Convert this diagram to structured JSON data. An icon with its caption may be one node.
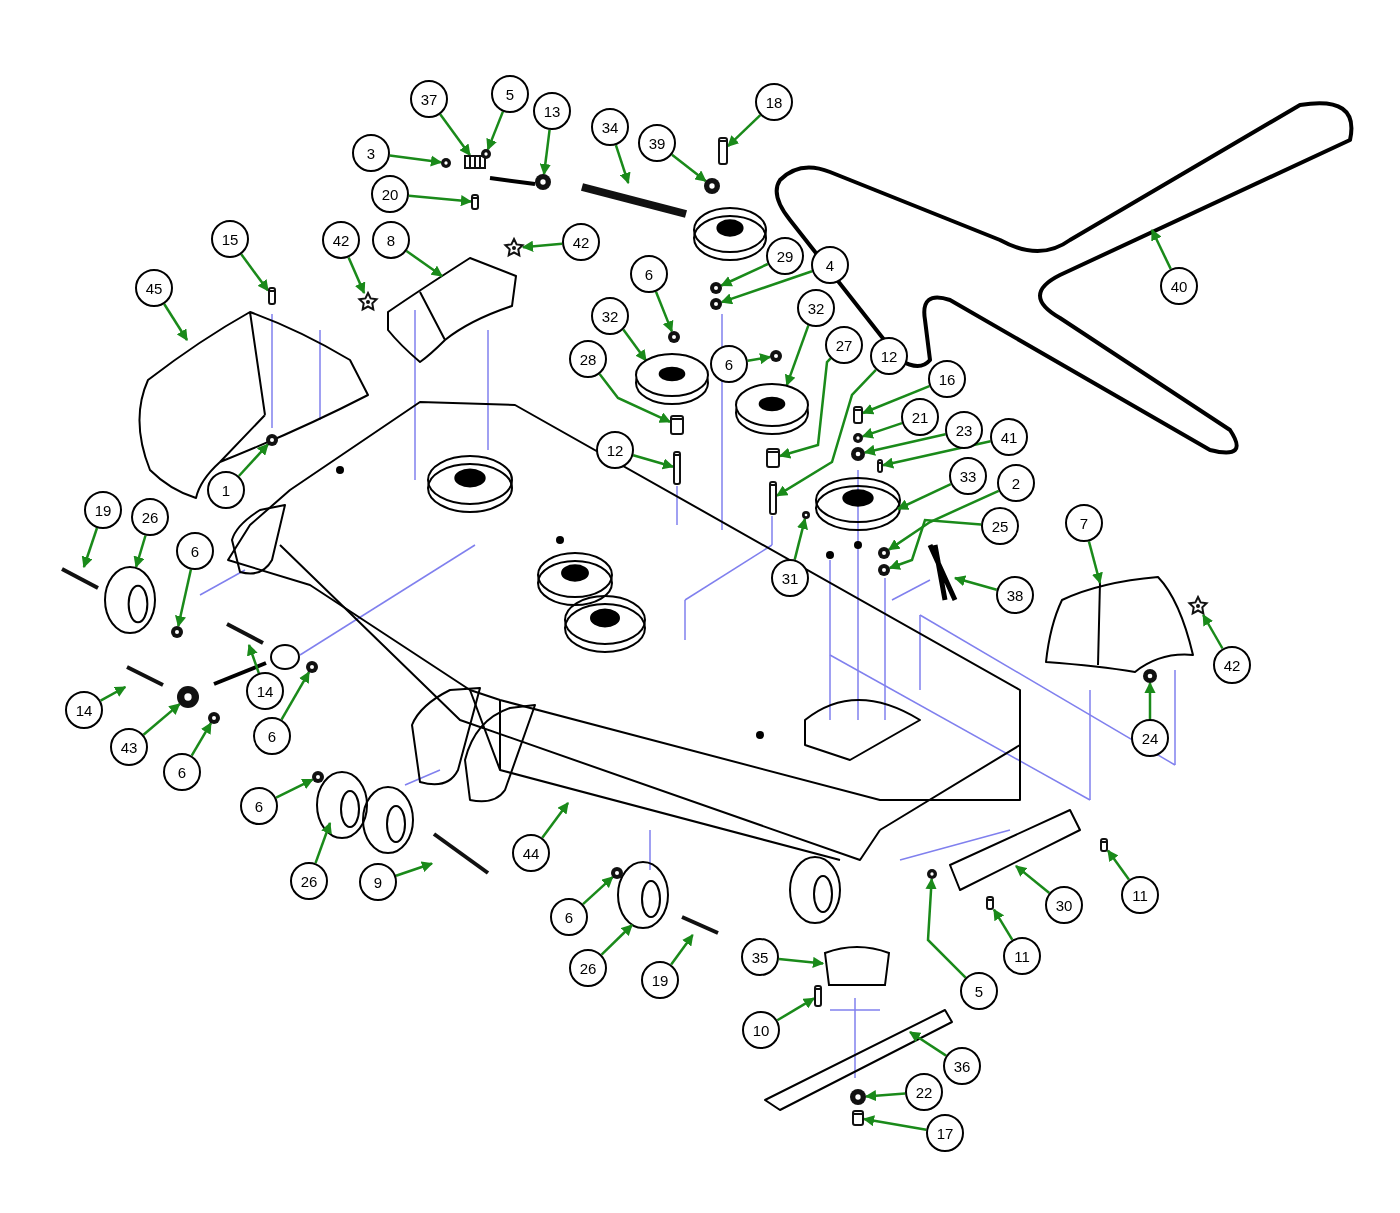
{
  "diagram": {
    "nodes": [
      {
        "text": [
          "18"
        ]
      },
      {
        "text": [
          "37"
        ]
      },
      {
        "text": [
          "5"
        ]
      },
      {
        "text": [
          "13"
        ]
      },
      {
        "text": [
          "34"
        ]
      },
      {
        "text": [
          "39"
        ]
      },
      {
        "text": [
          "3"
        ]
      },
      {
        "text": [
          "20"
        ]
      },
      {
        "text": [
          "8"
        ]
      },
      {
        "text": [
          "42"
        ]
      },
      {
        "text": [
          "42"
        ]
      },
      {
        "text": [
          "15"
        ]
      },
      {
        "text": [
          "29"
        ]
      },
      {
        "text": [
          "4"
        ]
      },
      {
        "text": [
          "40"
        ]
      },
      {
        "text": [
          "45"
        ]
      },
      {
        "text": [
          "6"
        ]
      },
      {
        "text": [
          "6"
        ]
      },
      {
        "text": [
          "32"
        ]
      },
      {
        "text": [
          "32"
        ]
      },
      {
        "text": [
          "27"
        ]
      },
      {
        "text": [
          "28"
        ]
      },
      {
        "text": [
          "12"
        ]
      },
      {
        "text": [
          "16"
        ]
      },
      {
        "text": [
          "21"
        ]
      },
      {
        "text": [
          "23"
        ]
      },
      {
        "text": [
          "41"
        ]
      },
      {
        "text": [
          "12"
        ]
      },
      {
        "text": [
          "1"
        ]
      },
      {
        "text": [
          "33"
        ]
      },
      {
        "text": [
          "2"
        ]
      },
      {
        "text": [
          "25"
        ]
      },
      {
        "text": [
          "19"
        ]
      },
      {
        "text": [
          "26"
        ]
      },
      {
        "text": [
          "7"
        ]
      },
      {
        "text": [
          "31"
        ]
      },
      {
        "text": [
          "6"
        ]
      },
      {
        "text": [
          "38"
        ]
      },
      {
        "text": [
          "14"
        ]
      },
      {
        "text": [
          "42"
        ]
      },
      {
        "text": [
          "14"
        ]
      },
      {
        "text": [
          "6"
        ]
      },
      {
        "text": [
          "24"
        ]
      },
      {
        "text": [
          "43"
        ]
      },
      {
        "text": [
          "6"
        ]
      },
      {
        "text": [
          "6"
        ]
      },
      {
        "text": [
          "44"
        ]
      },
      {
        "text": [
          "26"
        ]
      },
      {
        "text": [
          "9"
        ]
      },
      {
        "text": [
          "11"
        ]
      },
      {
        "text": [
          "30"
        ]
      },
      {
        "text": [
          "6"
        ]
      },
      {
        "text": [
          "11"
        ]
      },
      {
        "text": [
          "35"
        ]
      },
      {
        "text": [
          "26"
        ]
      },
      {
        "text": [
          "19"
        ]
      },
      {
        "text": [
          "5"
        ]
      },
      {
        "text": [
          "10"
        ]
      },
      {
        "text": [
          "36"
        ]
      },
      {
        "text": [
          "22"
        ]
      },
      {
        "text": [
          "17"
        ]
      },
      {
        "text": [],
        "shape": "bar"
      },
      {
        "text": [],
        "shape": "box"
      },
      {
        "text": [],
        "shape": "circle"
      },
      {
        "text": [],
        "shape": "circle"
      },
      {
        "text": [],
        "shape": "circle"
      },
      {
        "text": [],
        "shape": "bar"
      },
      {
        "text": [],
        "shape": "picture"
      },
      {
        "text": [],
        "shape": "picture"
      },
      {
        "text": [],
        "shape": "bar"
      },
      {
        "text": [],
        "shape": "circle"
      },
      {
        "text": [],
        "shape": "circle"
      },
      {
        "text": [],
        "shape": "circle"
      },
      {
        "text": [],
        "shape": "circle"
      },
      {
        "text": [],
        "shape": "bar"
      },
      {
        "text": [],
        "shape": "bar"
      },
      {
        "text": [],
        "shape": "bar"
      },
      {
        "text": [],
        "shape": "bar"
      },
      {
        "text": [],
        "shape": "circle"
      },
      {
        "text": [],
        "shape": "circle"
      },
      {
        "text": [],
        "shape": "bar"
      },
      {
        "text": [],
        "shape": "bar"
      },
      {
        "text": [],
        "shape": "circle"
      },
      {
        "text": [],
        "shape": "circle"
      },
      {
        "text": [],
        "shape": "circle"
      },
      {
        "text": [],
        "shape": "bar"
      },
      {
        "text": [],
        "shape": "circle"
      },
      {
        "text": [],
        "shape": "circle"
      },
      {
        "text": [],
        "shape": "bar"
      },
      {
        "text": [],
        "shape": "picture"
      },
      {
        "text": [],
        "shape": "bar"
      },
      {
        "text": [],
        "shape": "circle"
      },
      {
        "text": [],
        "shape": "circle"
      },
      {
        "text": [],
        "shape": "circle"
      },
      {
        "text": [],
        "shape": "circle"
      },
      {
        "text": [],
        "shape": "circle"
      },
      {
        "text": [],
        "shape": "bar"
      },
      {
        "text": [],
        "shape": "bar"
      },
      {
        "text": [],
        "shape": "circle"
      },
      {
        "text": [],
        "shape": "bar"
      },
      {
        "text": [],
        "shape": "bar"
      },
      {
        "text": [],
        "shape": "circle"
      },
      {
        "text": [],
        "shape": "bar"
      },
      {
        "text": [],
        "shape": "circle"
      },
      {
        "text": [],
        "shape": "bar"
      },
      {
        "text": [],
        "shape": "bar"
      },
      {
        "text": [],
        "shape": "circle"
      },
      {
        "text": [],
        "shape": "pulley"
      },
      {
        "text": [],
        "shape": "pulley"
      },
      {
        "text": [],
        "shape": "wheel"
      },
      {
        "text": [],
        "shape": "cylinder"
      }
    ],
    "edges": [
      {
        "from": 0,
        "to": 61,
        "arrow": "to"
      },
      {
        "from": 1,
        "to": 62,
        "arrow": "to"
      },
      {
        "from": 2,
        "to": 63,
        "arrow": "to"
      },
      {
        "from": 3,
        "to": 64,
        "arrow": "to"
      },
      {
        "from": 4,
        "to": 105,
        "arrow": "to"
      },
      {
        "from": 5,
        "to": 106,
        "arrow": "to"
      },
      {
        "from": 6,
        "to": 65,
        "arrow": "to"
      },
      {
        "from": 7,
        "to": 66,
        "arrow": "to"
      },
      {
        "from": 8,
        "to": null,
        "arrow": "to"
      },
      {
        "from": 9,
        "to": 67,
        "arrow": "to"
      },
      {
        "from": 10,
        "to": 68,
        "arrow": "to"
      },
      {
        "from": 11,
        "to": 69,
        "arrow": "to"
      },
      {
        "from": 12,
        "to": 70,
        "arrow": "to"
      },
      {
        "from": 13,
        "to": 71,
        "arrow": "to"
      },
      {
        "from": 14,
        "to": null,
        "arrow": "to"
      },
      {
        "from": 15,
        "to": null,
        "arrow": "to"
      },
      {
        "from": 16,
        "to": 72,
        "arrow": "to"
      },
      {
        "from": 17,
        "to": 73,
        "arrow": "to"
      },
      {
        "from": 18,
        "to": 107,
        "arrow": "to"
      },
      {
        "from": 19,
        "to": 108,
        "arrow": "to"
      },
      {
        "from": 20,
        "to": 74,
        "arrow": "to"
      },
      {
        "from": 21,
        "to": 75,
        "arrow": "to"
      },
      {
        "from": 22,
        "to": 76,
        "arrow": "to"
      },
      {
        "from": 23,
        "to": 77,
        "arrow": "to"
      },
      {
        "from": 24,
        "to": 78,
        "arrow": "to"
      },
      {
        "from": 25,
        "to": 79,
        "arrow": "to"
      },
      {
        "from": 26,
        "to": 80,
        "arrow": "to"
      },
      {
        "from": 27,
        "to": 81,
        "arrow": "to"
      },
      {
        "from": 28,
        "to": 82,
        "arrow": "to"
      },
      {
        "from": 29,
        "to": null,
        "arrow": "to"
      },
      {
        "from": 30,
        "to": 83,
        "arrow": "to"
      },
      {
        "from": 31,
        "to": 84,
        "arrow": "to"
      },
      {
        "from": 32,
        "to": 85,
        "arrow": "to"
      },
      {
        "from": 33,
        "to": 109,
        "arrow": "to"
      },
      {
        "from": 34,
        "to": null,
        "arrow": "to"
      },
      {
        "from": 35,
        "to": 86,
        "arrow": "to"
      },
      {
        "from": 36,
        "to": 87,
        "arrow": "to"
      },
      {
        "from": 37,
        "to": null,
        "arrow": "to"
      },
      {
        "from": 38,
        "to": 88,
        "arrow": "to"
      },
      {
        "from": 39,
        "to": 89,
        "arrow": "to"
      },
      {
        "from": 40,
        "to": 90,
        "arrow": "to"
      },
      {
        "from": 41,
        "to": 91,
        "arrow": "to"
      },
      {
        "from": 42,
        "to": 92,
        "arrow": "to"
      },
      {
        "from": 43,
        "to": 93,
        "arrow": "to"
      },
      {
        "from": 44,
        "to": 94,
        "arrow": "to"
      },
      {
        "from": 45,
        "to": 95,
        "arrow": "to"
      },
      {
        "from": 46,
        "to": null,
        "arrow": "to"
      },
      {
        "from": 47,
        "to": null,
        "arrow": "to"
      },
      {
        "from": 48,
        "to": 96,
        "arrow": "to"
      },
      {
        "from": 49,
        "to": 97,
        "arrow": "to"
      },
      {
        "from": 50,
        "to": null,
        "arrow": "to"
      },
      {
        "from": 51,
        "to": 98,
        "arrow": "to"
      },
      {
        "from": 52,
        "to": 99,
        "arrow": "to"
      },
      {
        "from": 53,
        "to": 110,
        "arrow": "to"
      },
      {
        "from": 54,
        "to": null,
        "arrow": "to"
      },
      {
        "from": 55,
        "to": 100,
        "arrow": "to"
      },
      {
        "from": 56,
        "to": 101,
        "arrow": "to"
      },
      {
        "from": 57,
        "to": 102,
        "arrow": "to"
      },
      {
        "from": 58,
        "to": null,
        "arrow": "to"
      },
      {
        "from": 59,
        "to": 103,
        "arrow": "to"
      },
      {
        "from": 60,
        "to": 104,
        "arrow": "to"
      }
    ]
  }
}
